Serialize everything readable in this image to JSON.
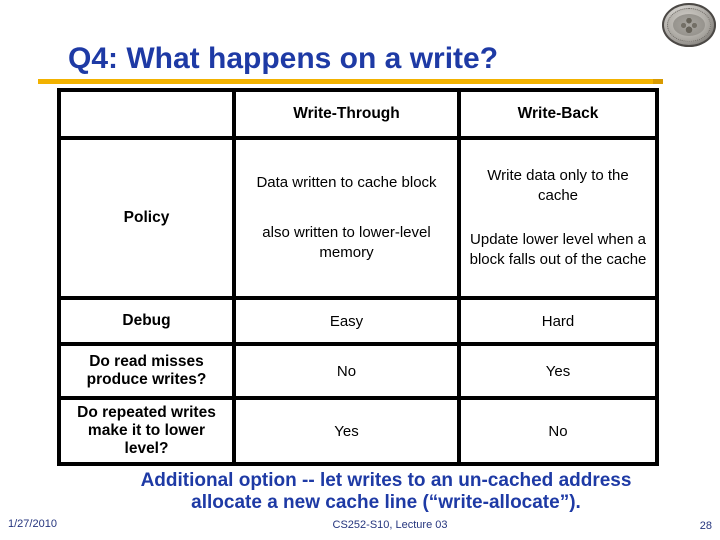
{
  "slide": {
    "title": "Q4: What happens on a write?",
    "note_lines": [
      "Additional option -- let writes to an un-cached address",
      "allocate a new cache line (“write-allocate”)."
    ],
    "footer": {
      "date": "1/27/2010",
      "course": "CS252-S10, Lecture 03",
      "page": "28"
    },
    "logo": "university-seal"
  },
  "table": {
    "headers": [
      "",
      "Write-Through",
      "Write-Back"
    ],
    "rows": [
      {
        "label": "Policy",
        "write_through": [
          "Data written to cache block",
          "also written to lower-level memory"
        ],
        "write_back": [
          "Write data only to the cache",
          "Update lower level when a block falls out of the cache"
        ]
      },
      {
        "label": "Debug",
        "write_through": "Easy",
        "write_back": "Hard"
      },
      {
        "label": "Do read misses produce writes?",
        "write_through": "No",
        "write_back": "Yes"
      },
      {
        "label": "Do repeated writes make it to lower level?",
        "write_through": "Yes",
        "write_back": "No"
      }
    ]
  },
  "colors": {
    "title_blue": "#1e3aa5",
    "underline_gold": "#f2b200",
    "note_blue": "#1e3aa5",
    "table_border": "#000000",
    "background": "#ffffff"
  }
}
